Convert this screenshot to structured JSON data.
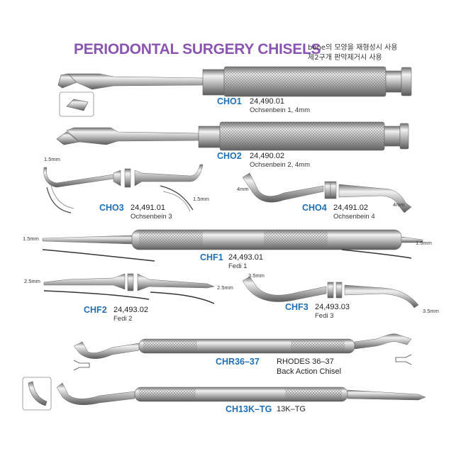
{
  "title": "PERIODONTAL SURGERY CHISELS",
  "notes": [
    "bone의 모양을 재형성시 사용",
    "제2구개 판막제거시 사용"
  ],
  "products": [
    {
      "code": "CHO1",
      "number": "24,490.01",
      "desc": "Ochsenbein 1, 4mm"
    },
    {
      "code": "CHO2",
      "number": "24,490.02",
      "desc": "Ochsenbein 2, 4mm"
    },
    {
      "code": "CHO3",
      "number": "24,491.01",
      "desc": "Ochsenbein 3"
    },
    {
      "code": "CHO4",
      "number": "24,491.02",
      "desc": "Ochsenbein 4"
    },
    {
      "code": "CHF1",
      "number": "24,493.01",
      "desc": "Fedi 1"
    },
    {
      "code": "CHF2",
      "number": "24,493.02",
      "desc": "Fedi 2"
    },
    {
      "code": "CHF3",
      "number": "24,493.03",
      "desc": "Fedi 3"
    },
    {
      "code": "CHR36–37",
      "number": "RHODES 36–37",
      "desc": "Back Action Chisel"
    },
    {
      "code": "CH13K–TG",
      "number": "13K–TG",
      "desc": ""
    }
  ],
  "dimensions": {
    "cho3_a": "1.5mm",
    "cho3_b": "1.5mm",
    "cho4_a": "4mm",
    "cho4_b": "4mm",
    "chf1_a": "1.5mm",
    "chf1_b": "1.5mm",
    "chf2_a": "2.5mm",
    "chf2_b": "2.5mm",
    "chf3_a": "3.5mm",
    "chf3_b": "3.5mm"
  },
  "colors": {
    "title": "#8a55b0",
    "code": "#1f6fb5",
    "steel_light": "#e8e8e8",
    "steel_dark": "#8a8a8a"
  }
}
